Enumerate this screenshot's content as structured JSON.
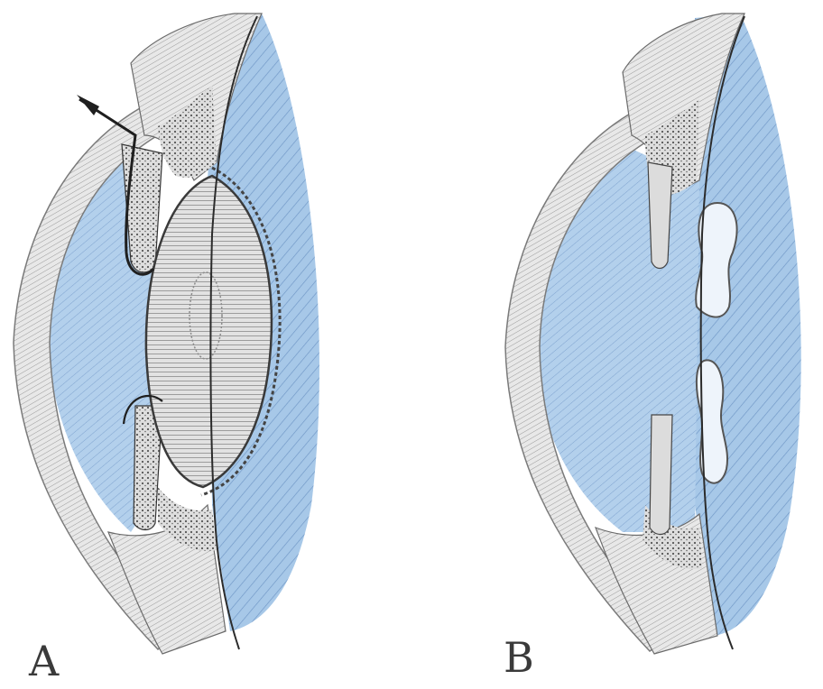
{
  "figure": {
    "panels": [
      {
        "id": "A",
        "label": "A"
      },
      {
        "id": "B",
        "label": "B"
      }
    ]
  },
  "colors": {
    "vitreous_blue": "#9ec3e6",
    "vitreous_blue_dark": "#7ea9d8",
    "tissue_gray": "#c9c9c9",
    "tissue_light": "#e6e6e6",
    "ink": "#2b2b2b",
    "lens_fill": "#dcdcdc"
  }
}
